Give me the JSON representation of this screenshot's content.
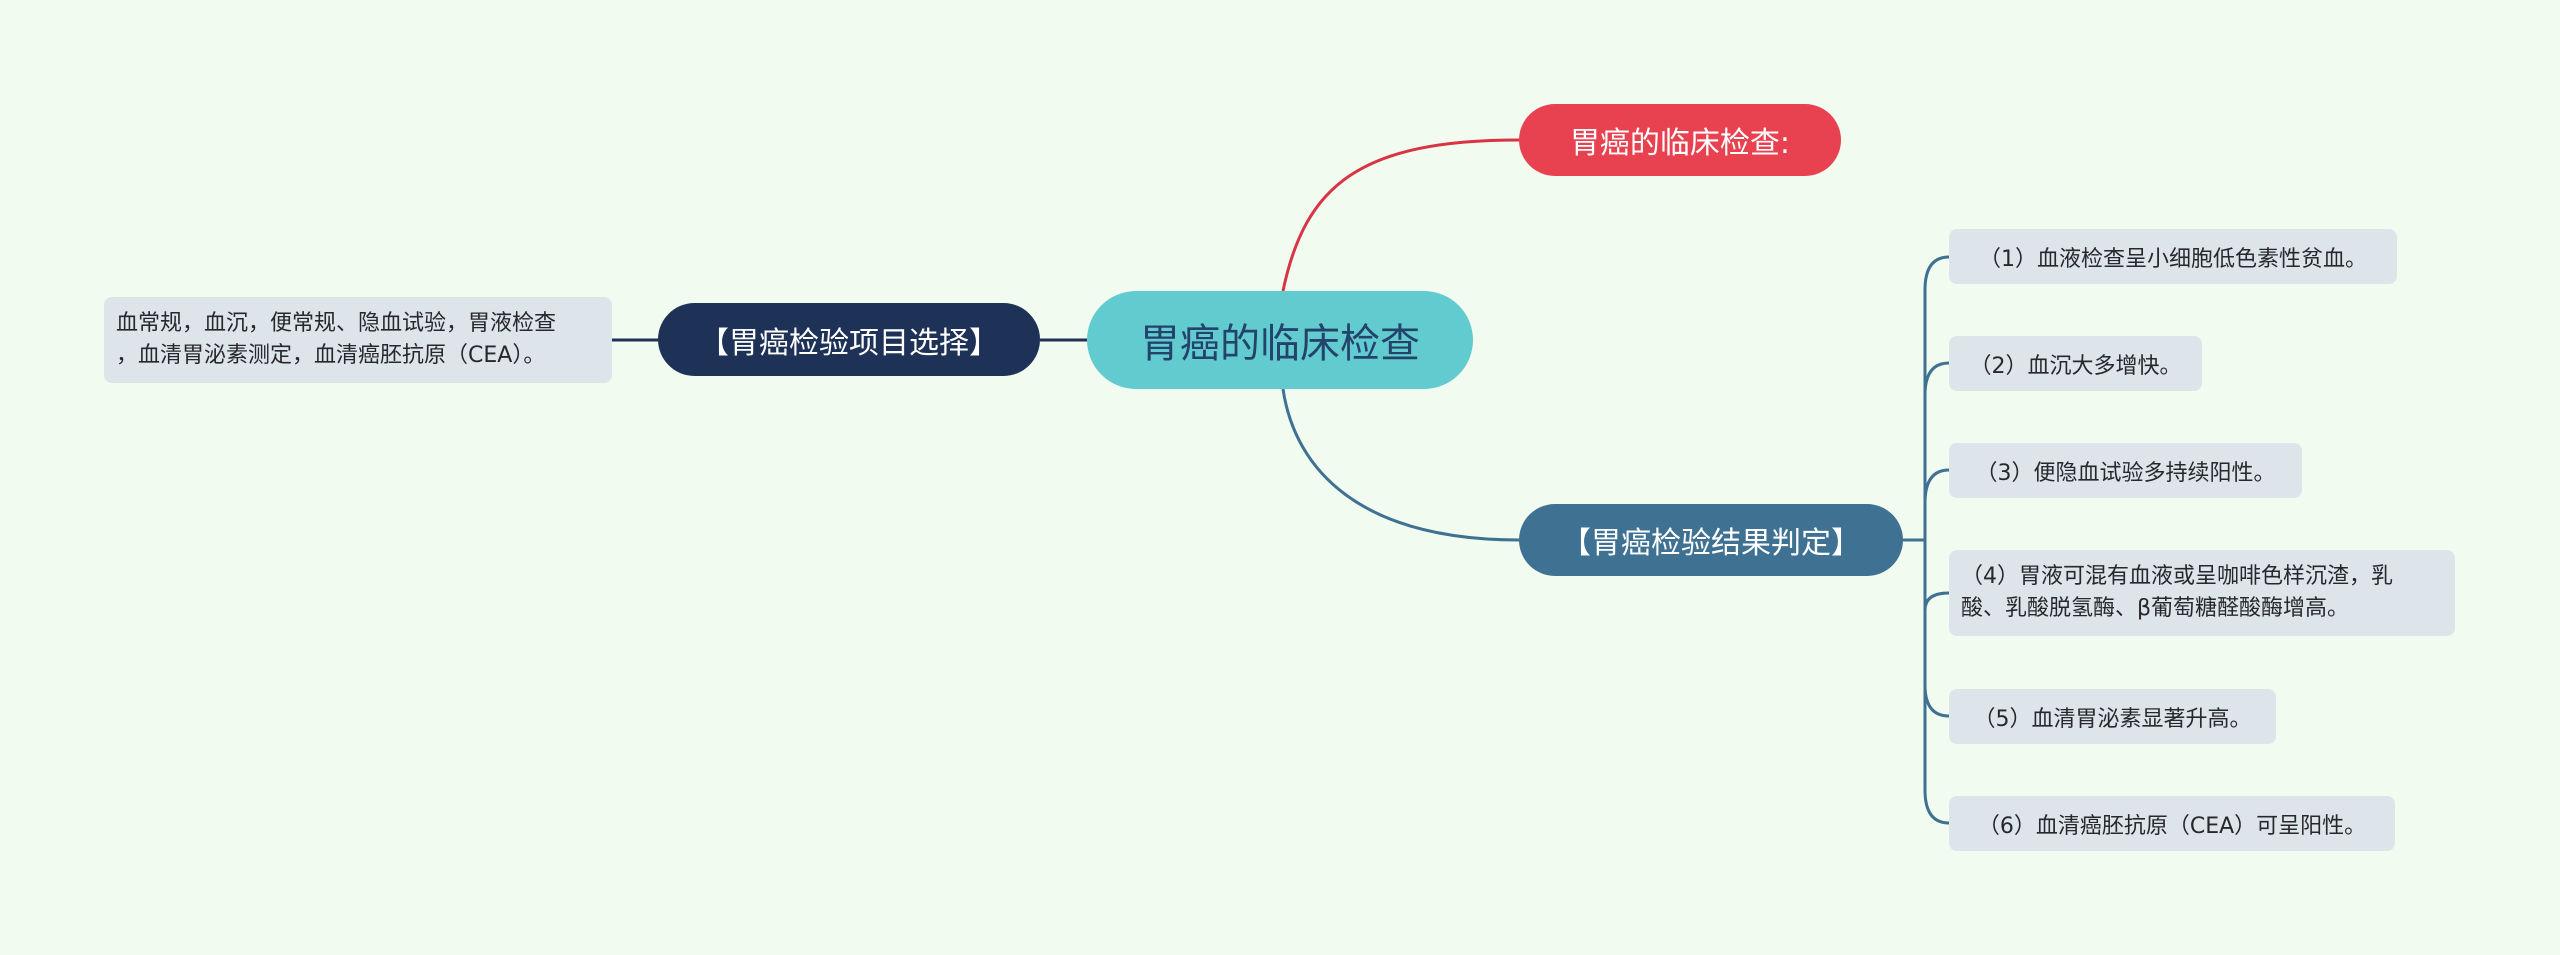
{
  "root": {
    "label": "胃癌的临床检查"
  },
  "branches": {
    "clinical": {
      "label": "胃癌的临床检查:"
    },
    "result": {
      "label": "【胃癌检验结果判定】",
      "items": [
        {
          "label": "（1）血液检查呈小细胞低色素性贫血。"
        },
        {
          "label": "（2）血沉大多增快。"
        },
        {
          "label": "（3）便隐血试验多持续阳性。"
        },
        {
          "lines": [
            "（4）胃液可混有血液或呈咖啡色样沉渣，乳",
            "酸、乳酸脱氢酶、β葡萄糖醛酸酶增高。"
          ]
        },
        {
          "label": "（5）血清胃泌素显著升高。"
        },
        {
          "label": "（6）血清癌胚抗原（CEA）可呈阳性。"
        }
      ]
    },
    "selection": {
      "label": "【胃癌检验项目选择】",
      "detail": {
        "lines": [
          "血常规，血沉，便常规、隐血试验，胃液检查",
          "，血清胃泌素测定，血清癌胚抗原（CEA）。"
        ]
      }
    }
  },
  "colors": {
    "background": "#f1fbef",
    "root": "#62cbcf",
    "red_branch": "#e8414f",
    "blue_branch": "#3f7193",
    "navy_branch": "#1d3256",
    "leaf": "#dde5ea"
  }
}
